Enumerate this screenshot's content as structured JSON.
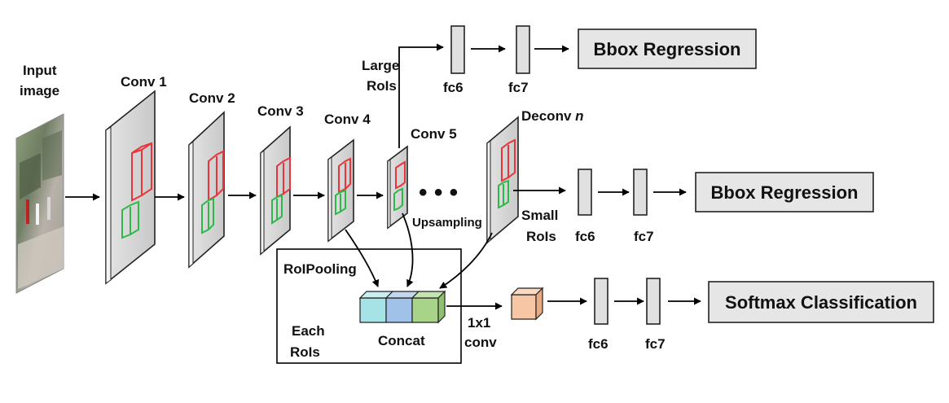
{
  "input": {
    "line1": "Input",
    "line2": "image"
  },
  "conv": [
    "Conv 1",
    "Conv 2",
    "Conv 3",
    "Conv 4",
    "Conv 5"
  ],
  "deconv": {
    "text": "Deconv ",
    "n": "n"
  },
  "dots": "• • •",
  "upsampling": "Upsampling",
  "large_rois": {
    "line1": "Large",
    "line2": "RoIs"
  },
  "small_rois": {
    "line1": "Small",
    "line2": "RoIs"
  },
  "roipooling": "RoIPooling",
  "each_rois": {
    "line1": "Each",
    "line2": "RoIs"
  },
  "concat": "Concat",
  "conv1x1": {
    "line1": "1x1",
    "line2": "conv"
  },
  "fc6": "fc6",
  "fc7": "fc7",
  "outputs": {
    "bbox_top": "Bbox Regression",
    "bbox_mid": "Bbox Regression",
    "softmax": "Softmax Classification"
  },
  "colors": {
    "roi_red": "#e8343a",
    "roi_green": "#2fb84a",
    "concat_cyan": "#a6e3e6",
    "concat_blue": "#a0c1e8",
    "concat_green": "#a8d48a",
    "conv1x1_orange": "#f7c6a5",
    "box_fill": "#e6e6e6",
    "layer_fill": "#d9d9d9"
  }
}
